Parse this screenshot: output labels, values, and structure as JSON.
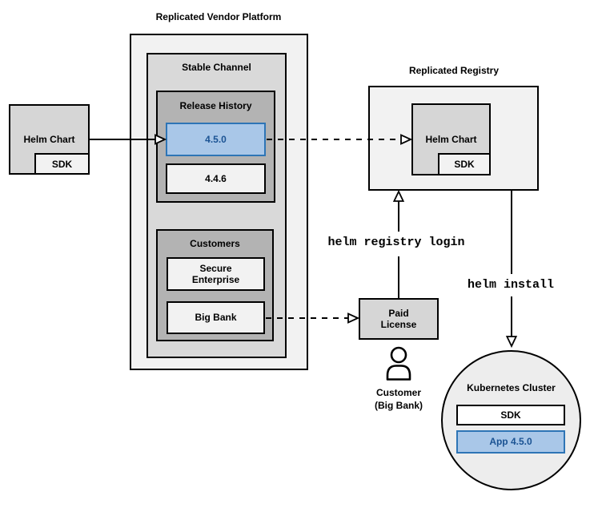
{
  "colors": {
    "box_light": "#f2f2f2",
    "box_medium": "#d6d6d6",
    "box_medium2": "#d9d9d9",
    "box_dark": "#b3b3b3",
    "cluster_fill": "#ededed",
    "highlight_fill": "#a9c7e8",
    "highlight_border": "#2e75b6",
    "highlight_text": "#1b5393",
    "line_color": "#000000"
  },
  "vendor_platform": {
    "title": "Replicated Vendor Platform",
    "stable_channel": {
      "label": "Stable Channel",
      "release_history": {
        "label": "Release History",
        "current_release": "4.5.0",
        "previous_release": "4.4.6"
      },
      "customers": {
        "label": "Customers",
        "customer_1": "Secure Enterprise",
        "customer_2": "Big Bank"
      }
    }
  },
  "source": {
    "helm_chart": "Helm Chart",
    "sdk": "SDK"
  },
  "registry": {
    "title": "Replicated Registry",
    "helm_chart": "Helm Chart",
    "sdk": "SDK"
  },
  "license": {
    "label": "Paid License"
  },
  "actor": {
    "name": "Customer",
    "detail": "(Big Bank)"
  },
  "commands": {
    "login": "helm registry login",
    "install": "helm install"
  },
  "cluster": {
    "title": "Kubernetes Cluster",
    "sdk": "SDK",
    "app": "App 4.5.0"
  }
}
